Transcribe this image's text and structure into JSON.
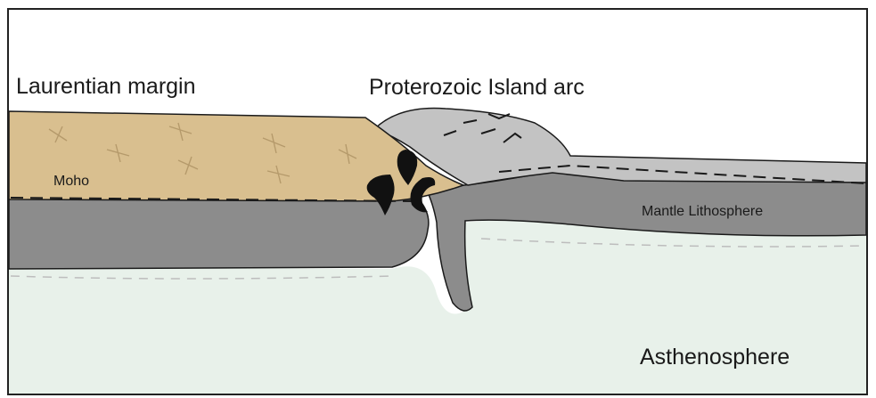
{
  "labels": {
    "laurentian_margin": "Laurentian margin",
    "island_arc": "Proterozoic Island arc",
    "moho": "Moho",
    "mantle_lithosphere": "Mantle Lithosphere",
    "asthenosphere": "Asthenosphere"
  },
  "colors": {
    "crust": "#d9bf8f",
    "arc": "#c3c3c3",
    "lithosphere": "#8c8c8c",
    "asthenosphere": "#e8f1ea",
    "outline": "#1a1a1a",
    "frame": "#222222"
  }
}
